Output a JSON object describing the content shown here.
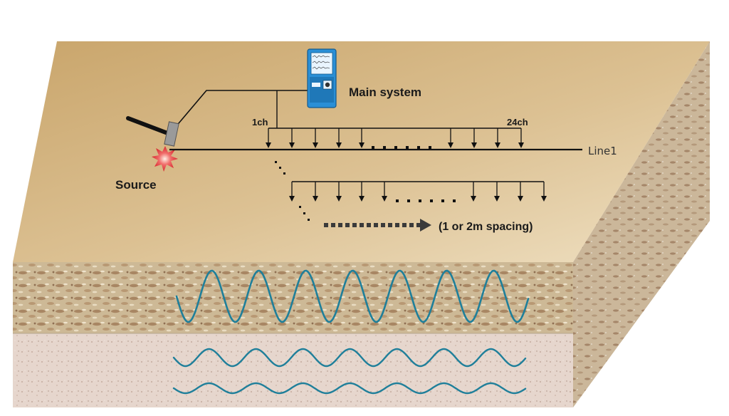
{
  "labels": {
    "main_system": "Main system",
    "ch_first": "1ch",
    "ch_last": "24ch",
    "line": "Line1",
    "source": "Source",
    "spacing": "(1 or 2m spacing)"
  },
  "colors": {
    "surface": "#d9bd8c",
    "upper_layer": "#c9b48f",
    "lower_layer": "#e3d2c8",
    "wave": "#1f7f9a",
    "device": "#2a8fd6",
    "source_burst": "#e8333a"
  }
}
